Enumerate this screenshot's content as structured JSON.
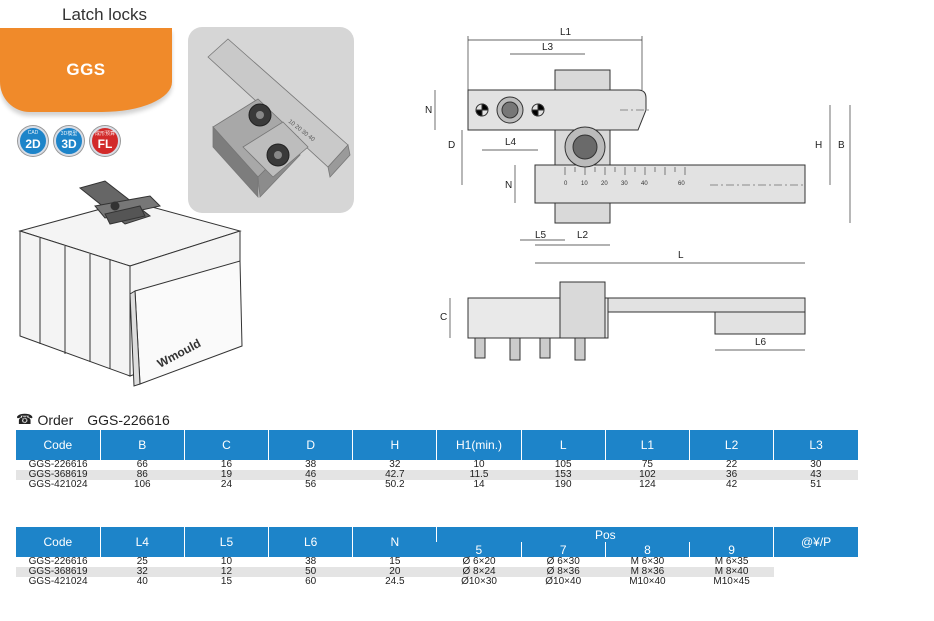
{
  "header": {
    "title": "Latch locks",
    "series_label": "GGS"
  },
  "badges": [
    {
      "top": "CAD",
      "label": "2D",
      "color": "#1d84c9"
    },
    {
      "top": "3D模型",
      "label": "3D",
      "color": "#1d84c9"
    },
    {
      "top": "成形预算",
      "label": "FL",
      "color": "#d22a2a"
    }
  ],
  "mould_brand": "Wmould",
  "drawing": {
    "top_labels": {
      "L1": "L1",
      "L3": "L3",
      "L4": "L4",
      "L5": "L5",
      "L2": "L2",
      "L": "L",
      "N_top": "N",
      "N_bottom": "N",
      "D": "D",
      "H": "H",
      "B": "B"
    },
    "side_labels": {
      "C": "C",
      "L6": "L6"
    },
    "scale_ticks": [
      "0",
      "10",
      "20",
      "30",
      "40",
      "60"
    ]
  },
  "order": {
    "label": "Order",
    "code": "GGS-226616"
  },
  "table1": {
    "headers": [
      "Code",
      "B",
      "C",
      "D",
      "H",
      "H1(min.)",
      "L",
      "L1",
      "L2",
      "L3"
    ],
    "rows": [
      [
        "GGS-226616",
        "66",
        "16",
        "38",
        "32",
        "10",
        "105",
        "75",
        "22",
        "30"
      ],
      [
        "GGS-368619",
        "86",
        "19",
        "46",
        "42.7",
        "11.5",
        "153",
        "102",
        "36",
        "43"
      ],
      [
        "GGS-421024",
        "106",
        "24",
        "56",
        "50.2",
        "14",
        "190",
        "124",
        "42",
        "51"
      ]
    ]
  },
  "table2": {
    "headers": [
      "Code",
      "L4",
      "L5",
      "L6",
      "N"
    ],
    "pos_label": "Pos",
    "pos_headers": [
      "5",
      "7",
      "8",
      "9"
    ],
    "price_label": "@¥/P",
    "rows": [
      [
        "GGS-226616",
        "25",
        "10",
        "38",
        "15",
        "Ø 6×20",
        "Ø 6×30",
        "M 6×30",
        "M 6×35"
      ],
      [
        "GGS-368619",
        "32",
        "12",
        "50",
        "20",
        "Ø 8×24",
        "Ø 8×36",
        "M 8×36",
        "M 8×40"
      ],
      [
        "GGS-421024",
        "40",
        "15",
        "60",
        "24.5",
        "Ø10×30",
        "Ø10×40",
        "M10×40",
        "M10×45"
      ]
    ]
  }
}
